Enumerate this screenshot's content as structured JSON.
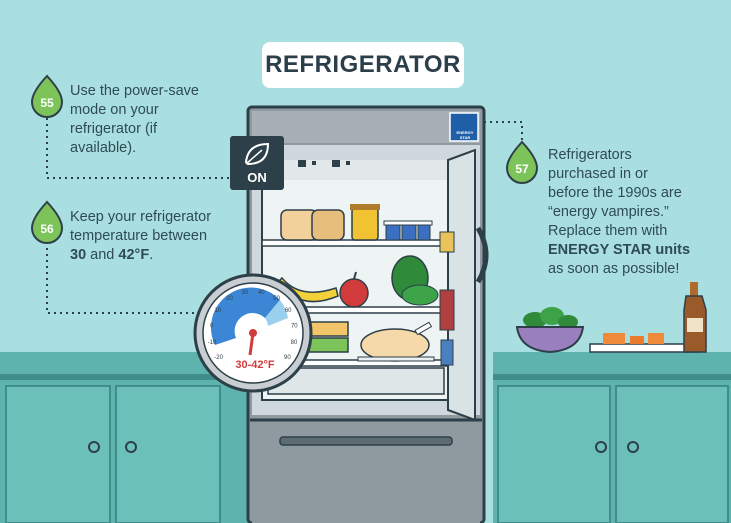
{
  "title": "REFRIGERATOR",
  "tips": [
    {
      "number": "55",
      "text_lines": [
        "Use the power-save",
        "mode on your",
        "refrigerator (if",
        "available)."
      ]
    },
    {
      "number": "56",
      "text_lines": [
        "Keep your refrigerator",
        "temperature between"
      ],
      "temp_low": "30",
      "and_word": "and",
      "temp_high": "42°F",
      "period": "."
    },
    {
      "number": "57",
      "text_lines": [
        "Refrigerators",
        "purchased in or",
        "before the 1990s are",
        "“energy vampires.”",
        "Replace them with"
      ],
      "bold_line": "ENERGY STAR units",
      "last_line": "as soon as possible!"
    }
  ],
  "power_button": {
    "label": "ON",
    "icon": "leaf-icon"
  },
  "thermometer": {
    "range_label": "30-42°F",
    "ticks": [
      "-20",
      "-10",
      "0",
      "10",
      "20",
      "30",
      "40",
      "50",
      "60",
      "70",
      "80",
      "90"
    ]
  },
  "energy_star_logo": {
    "text": "ENERGY STAR"
  },
  "colors": {
    "background": "#a9dfe0",
    "badge_green": "#7cc35a",
    "dark_slate": "#2d3f48",
    "counter": "#5fb3ae",
    "accent_red": "#d23b3b"
  }
}
